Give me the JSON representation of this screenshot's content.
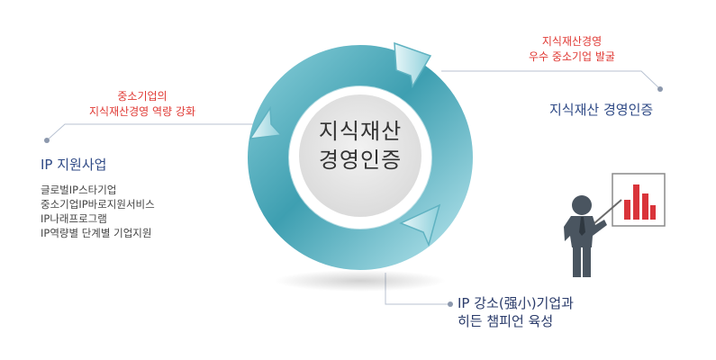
{
  "center": {
    "line1": "지식재산",
    "line2": "경영인증"
  },
  "top_right": {
    "caption_line1": "지식재산경영",
    "caption_line2": "우수 중소기업 발굴",
    "title": "지식재산 경영인증"
  },
  "left": {
    "caption_line1": "중소기업의",
    "caption_line2": "지식재산경영 역량 강화",
    "title": "IP 지원사업",
    "items": [
      "글로벌IP스타기업",
      "중소기업IP바로지원서비스",
      "IP나래프로그램",
      "IP역량별 단계별 기업지원"
    ]
  },
  "bottom": {
    "title_line1": "IP 강소(强小)기업과",
    "title_line2": "히든 챔피언 육성"
  },
  "colors": {
    "red": "#e03a35",
    "blue": "#2f4a86",
    "teal_dark": "#4aa8b8",
    "teal_light": "#bfe6ec",
    "bar_red": "#d9343a",
    "figure": "#4a5560"
  },
  "icons": {
    "presenter": "presenter-chart-icon"
  }
}
